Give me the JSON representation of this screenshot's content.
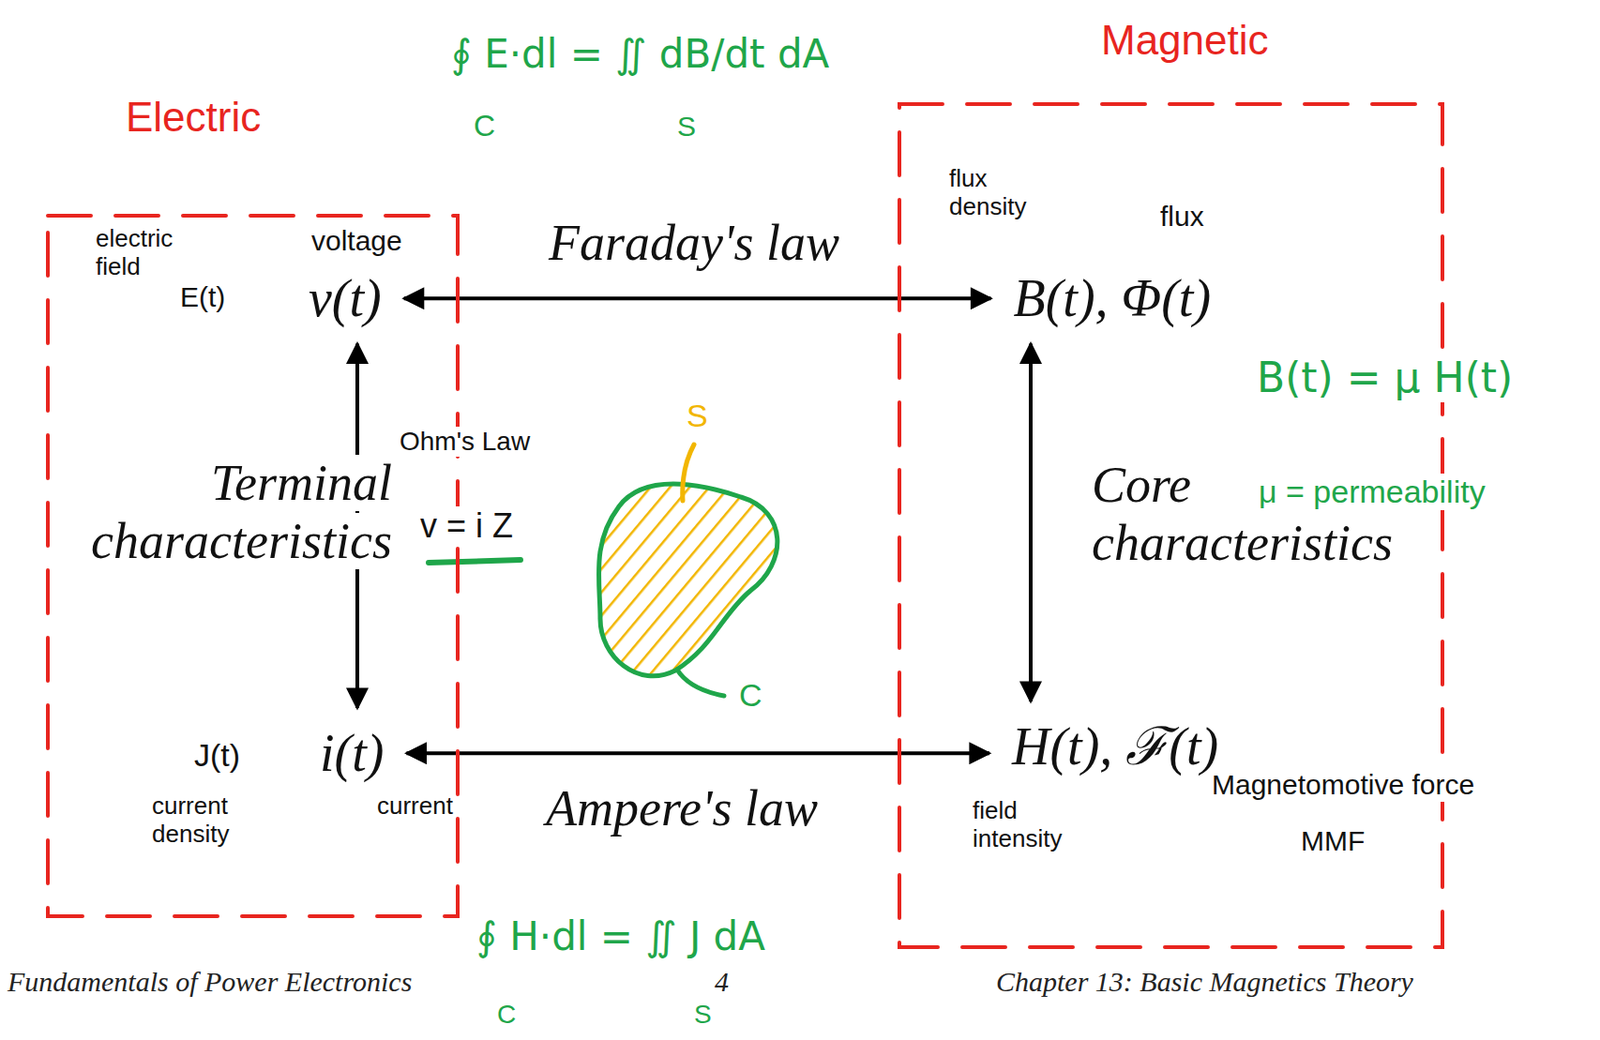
{
  "diagram": {
    "nodes": [
      {
        "text": [
          "Electric"
        ]
      },
      {
        "text": [
          "v(t)"
        ],
        "in": 0
      },
      {
        "text": [
          "i(t)"
        ],
        "in": 0
      },
      {
        "text": [
          "Magnetic"
        ]
      },
      {
        "text": [
          "B(t), Φ(t)"
        ],
        "in": 3
      },
      {
        "text": [
          "H(t), ℱ(t)"
        ],
        "in": 3
      }
    ],
    "edges": [
      {
        "from": 1,
        "to": 4,
        "arrow": "both",
        "label": "Faraday's law"
      },
      {
        "from": 1,
        "to": 2,
        "arrow": "both",
        "label": "Terminal characteristics"
      },
      {
        "from": 4,
        "to": 5,
        "arrow": "both",
        "label": "Core characteristics"
      },
      {
        "from": 2,
        "to": 5,
        "arrow": "both",
        "label": "Ampere's law"
      }
    ],
    "labels": [
      "∮ E·dl = ∬ dB/dt dA",
      "C",
      "S",
      "electric field",
      "E(t)",
      "voltage",
      "flux density",
      "flux",
      "Ohm's Law",
      "v = i Z",
      "B(t) = μ H(t)",
      "μ = permeability",
      "S",
      "C",
      "J(t)",
      "current density",
      "current",
      "field intensity",
      "Magnetomotive force",
      "MMF",
      "∮ H·dl = ∬ J dA",
      "C",
      "S",
      "Fundamentals of Power Electronics",
      "4",
      "Chapter 13: Basic Magnetics Theory"
    ]
  }
}
